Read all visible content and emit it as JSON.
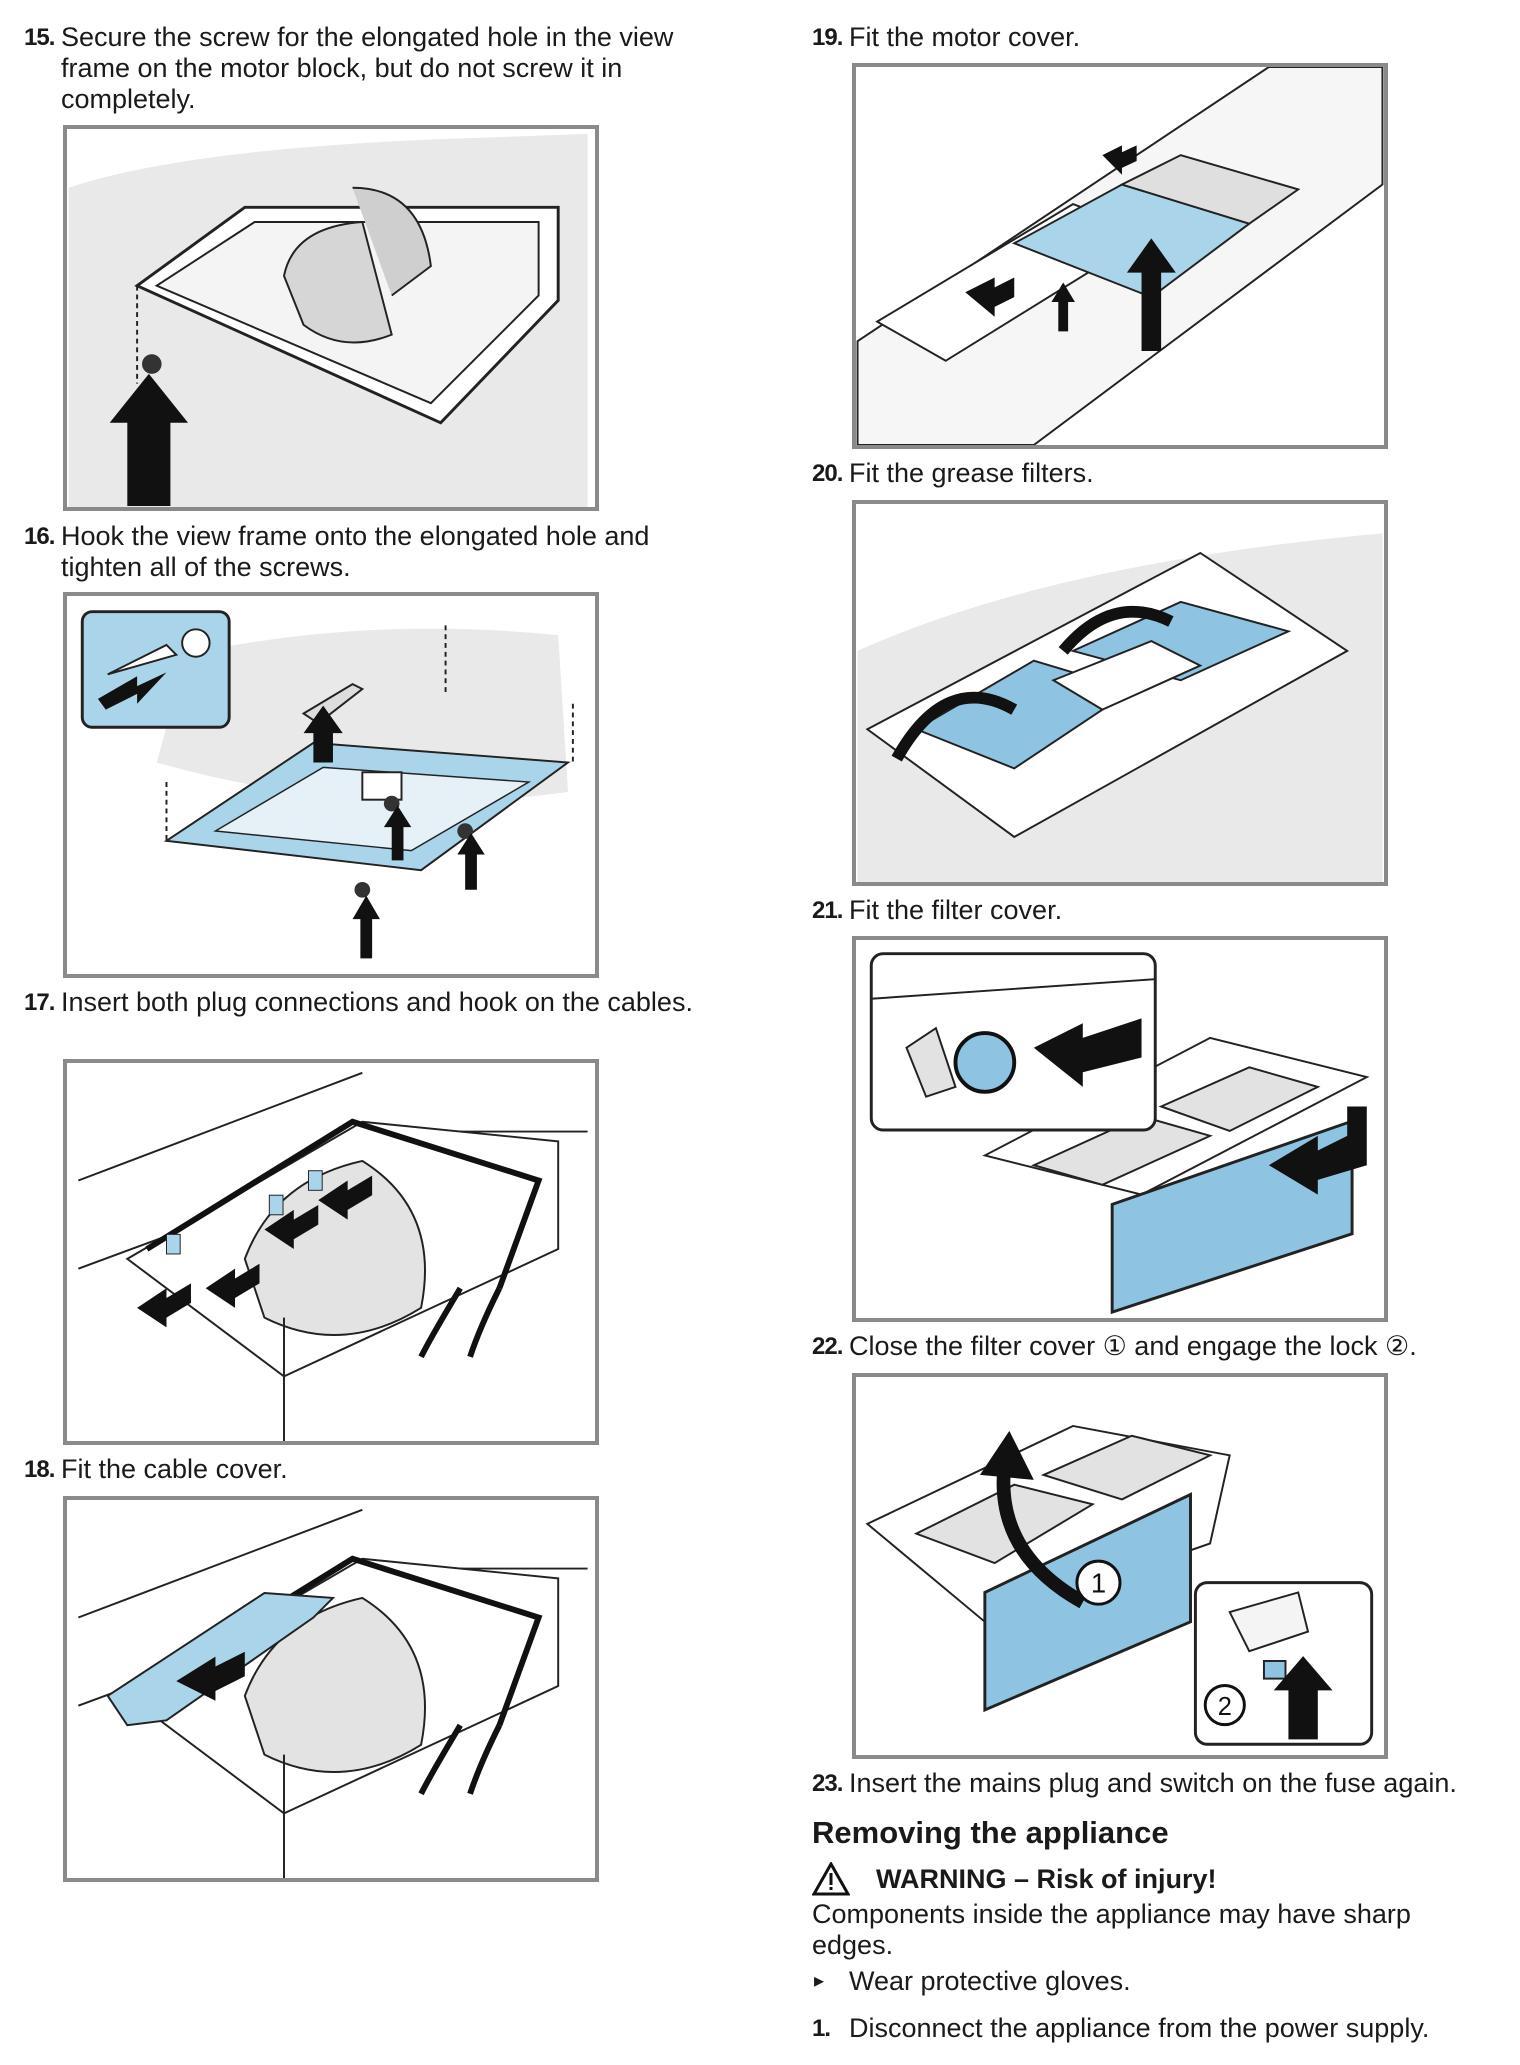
{
  "steps": [
    {
      "num": "15.",
      "text": "Secure the screw for the elongated hole in the view frame on the motor block, but do not screw it in completely."
    },
    {
      "num": "16.",
      "text": "Hook the view frame onto the elongated hole and tighten all of the screws."
    },
    {
      "num": "17.",
      "text": "Insert both plug connections and hook on the cables."
    },
    {
      "num": "18.",
      "text": "Fit the cable cover."
    },
    {
      "num": "19.",
      "text": "Fit the motor cover."
    },
    {
      "num": "20.",
      "text": "Fit the grease filters."
    },
    {
      "num": "21.",
      "text": "Fit the filter cover."
    },
    {
      "num": "22.",
      "text": "Close the filter cover ① and engage the lock ②."
    },
    {
      "num": "23.",
      "text": "Insert the mains plug and switch on the fuse again."
    }
  ],
  "figure_labels": {
    "fig22_callout1": "1",
    "fig22_callout2": "2"
  },
  "section": {
    "heading": "Removing the appliance",
    "warning_icon": "warning-triangle-icon",
    "warning_title": "WARNING – Risk of injury!",
    "warning_text": "Components inside the appliance may have sharp edges.",
    "bullet_marker": "▸",
    "bullet": "Wear protective gloves.",
    "first_step_num": "1.",
    "first_step": "Disconnect the appliance from the power supply."
  },
  "colors": {
    "accent_blue": "#a9d4ea",
    "frame_border": "#8a8a8a",
    "arrow": "#111111",
    "background_shape": "#e8e8e8"
  }
}
